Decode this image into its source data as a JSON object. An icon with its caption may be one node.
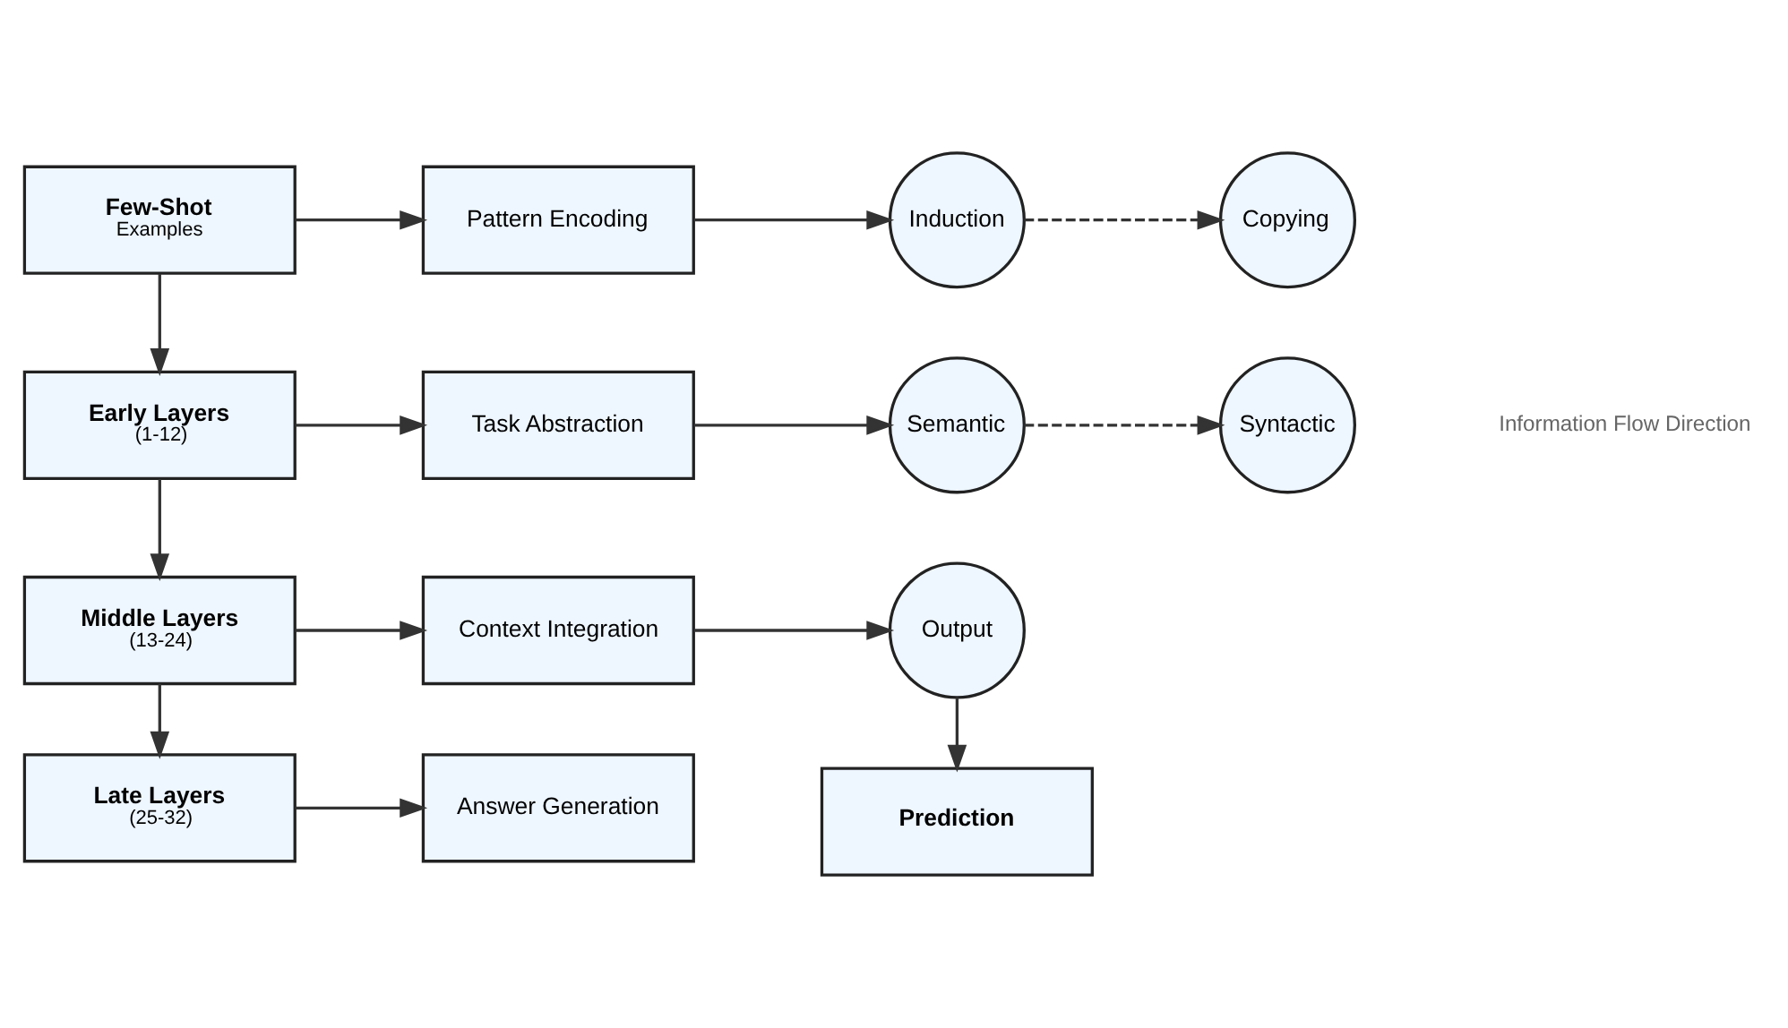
{
  "diagram": {
    "nodes": [
      {
        "text": [
          "Few-Shot",
          "Examples"
        ]
      },
      {
        "text": [
          "Early Layers",
          "(1-12)"
        ]
      },
      {
        "text": [
          "Middle Layers",
          "(13-24)"
        ]
      },
      {
        "text": [
          "Late Layers",
          "(25-32)"
        ]
      },
      {
        "text": [
          "Pattern Encoding"
        ]
      },
      {
        "text": [
          "Task Abstraction"
        ]
      },
      {
        "text": [
          "Context Integration"
        ]
      },
      {
        "text": [
          "Answer Generation"
        ]
      },
      {
        "text": [
          "Induction"
        ]
      },
      {
        "text": [
          "Copying"
        ]
      },
      {
        "text": [
          "Semantic"
        ]
      },
      {
        "text": [
          "Syntactic"
        ]
      },
      {
        "text": [
          "Output"
        ]
      },
      {
        "text": [
          "Prediction"
        ]
      }
    ],
    "edges": [
      {
        "from": 0,
        "to": 1,
        "arrow": "to"
      },
      {
        "from": 1,
        "to": 2,
        "arrow": "to"
      },
      {
        "from": 2,
        "to": 3,
        "arrow": "to"
      },
      {
        "from": 0,
        "to": 4,
        "arrow": "to"
      },
      {
        "from": 1,
        "to": 5,
        "arrow": "to"
      },
      {
        "from": 2,
        "to": 6,
        "arrow": "to"
      },
      {
        "from": 3,
        "to": 7,
        "arrow": "to"
      },
      {
        "from": 4,
        "to": 8,
        "arrow": "to"
      },
      {
        "from": 8,
        "to": 9,
        "arrow": "to",
        "style": "dashed"
      },
      {
        "from": 5,
        "to": 10,
        "arrow": "to"
      },
      {
        "from": 10,
        "to": 11,
        "arrow": "to",
        "style": "dashed"
      },
      {
        "from": 6,
        "to": 12,
        "arrow": "to"
      },
      {
        "from": 12,
        "to": 13,
        "arrow": "to"
      }
    ],
    "labels": [
      "Information Flow Direction"
    ]
  }
}
